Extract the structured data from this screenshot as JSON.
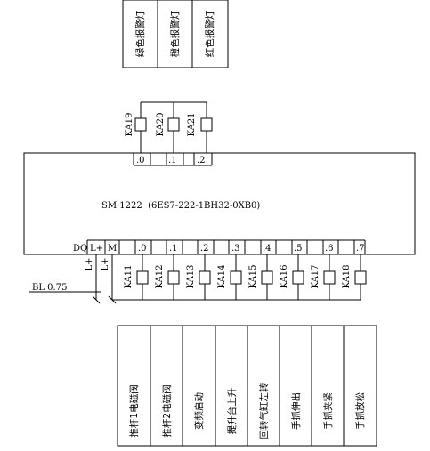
{
  "output_labels_top": [
    "绿色报警灯",
    "橙色报警灯",
    "红色报警灯"
  ],
  "top_relays": [
    "KA19",
    "KA20",
    "KA21"
  ],
  "top_terminals": [
    ".0",
    ".1",
    ".2"
  ],
  "module_label": "SM 1222  (6ES7-222-1BH32-0XB0)",
  "bottom_terminal_header": [
    "DQ",
    "L+",
    "M"
  ],
  "bottom_terminals": [
    ".0",
    ".1",
    ".2",
    ".3",
    ".4",
    ".5",
    ".6",
    ".7"
  ],
  "bottom_relays": [
    "KA11",
    "KA12",
    "KA13",
    "KA14",
    "KA15",
    "KA16",
    "KA17",
    "KA18"
  ],
  "supply_labels": [
    "L+",
    "L+"
  ],
  "wire_label": "BL 0.75",
  "output_labels_bottom": [
    "推杆1电磁阀",
    "推杆2电磁阀",
    "变频启动",
    "提升台上升",
    "回转气缸左转",
    "手抓伸出",
    "手抓夹紧",
    "手抓放松"
  ]
}
